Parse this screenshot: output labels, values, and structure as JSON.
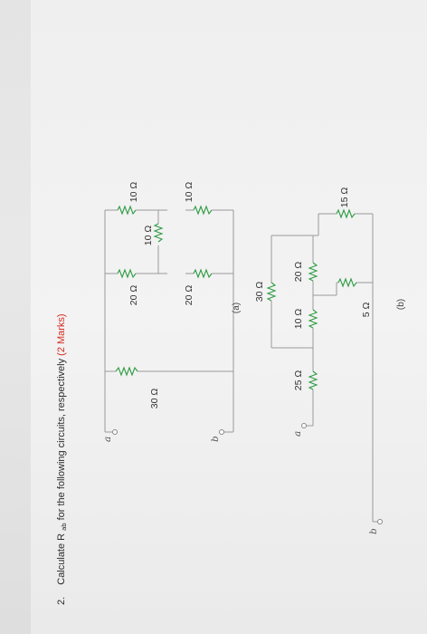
{
  "question": {
    "number": "2.",
    "text_before": "Calculate R",
    "subscript": "ab",
    "text_after": " for the following circuits, respectively ",
    "marks": "(2 Marks)"
  },
  "circuit_a": {
    "caption": "(a)",
    "terminal_a": "a",
    "terminal_b": "b",
    "resistors": {
      "r30": "30 Ω",
      "r10_top": "10 Ω",
      "r10_mid": "10 Ω",
      "r10_bot": "10 Ω",
      "r20_top": "20 Ω",
      "r20_bot": "20 Ω"
    }
  },
  "circuit_b": {
    "caption": "(b)",
    "terminal_a": "a",
    "terminal_b": "b",
    "resistors": {
      "r25": "25 Ω",
      "r10": "10 Ω",
      "r30": "30 Ω",
      "r20": "20 Ω",
      "r5": "5 Ω",
      "r15": "15 Ω"
    }
  },
  "colors": {
    "resistor": "#2e9c43",
    "marks": "#d42a1f",
    "wire": "#9a9a9a"
  }
}
